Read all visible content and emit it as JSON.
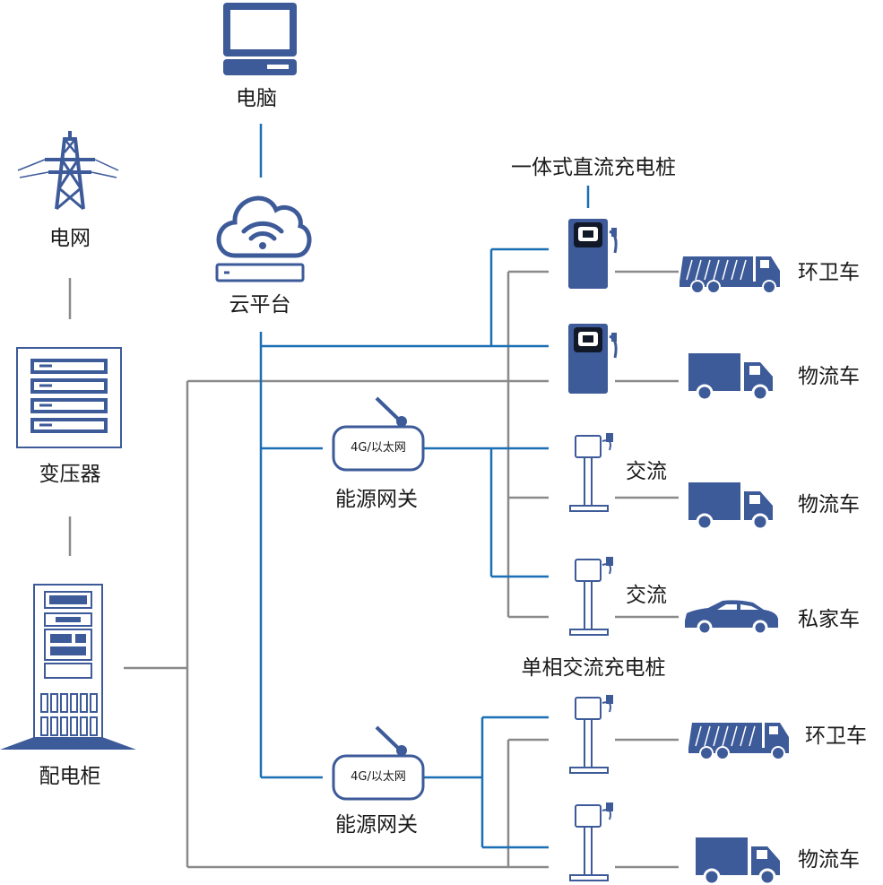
{
  "labels": {
    "computer": "电脑",
    "cloud": "云平台",
    "grid": "电网",
    "transformer": "变压器",
    "cabinet": "配电柜",
    "gateway_1": "能源网关",
    "gateway_2": "能源网关",
    "gateway_1_tag": "4G/以太网",
    "gateway_2_tag": "4G/以太网",
    "dc_pile_title": "一体式直流充电桩",
    "ac_pile_title": "单相交流充电桩",
    "ac_1": "交流",
    "ac_2": "交流",
    "vehicle_1": "环卫车",
    "vehicle_2": "物流车",
    "vehicle_3": "物流车",
    "vehicle_4": "私家车",
    "vehicle_5": "环卫车",
    "vehicle_6": "物流车"
  },
  "colors": {
    "icon": "#3d5a99",
    "comm_line": "#1a6fb5",
    "power_line": "#8a8a8a",
    "text": "#1a1a1a"
  }
}
